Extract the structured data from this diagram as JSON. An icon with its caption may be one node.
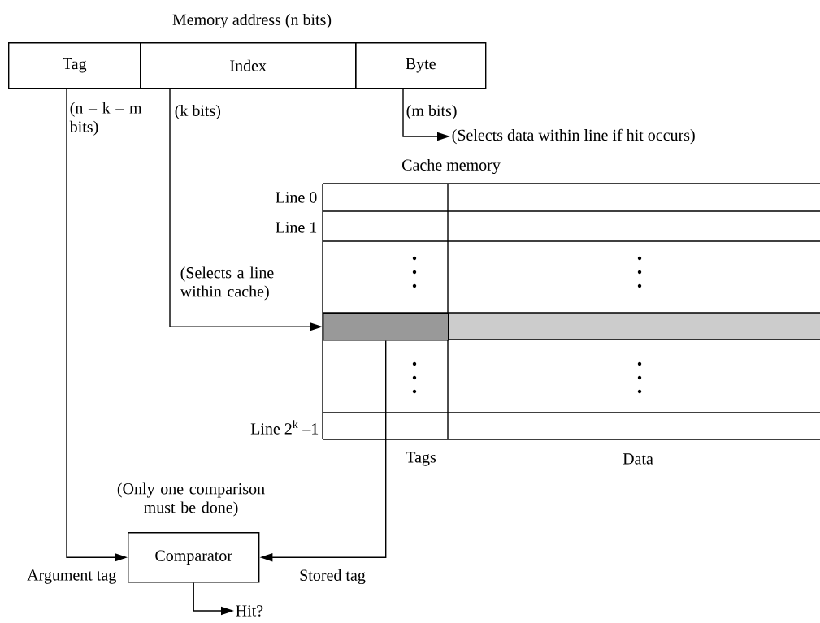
{
  "diagram": {
    "title": "Memory address (n bits)",
    "nodes": [
      {
        "text": [
          "Tag"
        ]
      },
      {
        "text": [
          "Index"
        ]
      },
      {
        "text": [
          "Byte"
        ]
      },
      {
        "text": [
          "(Selects data within line if hit occurs)"
        ]
      },
      {
        "text": [],
        "shape": "box"
      },
      {
        "text": [
          "Comparator"
        ]
      },
      {
        "text": [
          "Hit?"
        ]
      }
    ],
    "edges": [
      {
        "from": 0,
        "to": 5,
        "arrow": "to"
      },
      {
        "from": 1,
        "to": 4,
        "arrow": "to"
      },
      {
        "from": 2,
        "to": 3,
        "arrow": "to"
      },
      {
        "from": 4,
        "to": 5,
        "arrow": "to"
      },
      {
        "from": 5,
        "to": 6,
        "arrow": "to"
      }
    ],
    "labels": [
      "(n – k – m bits)",
      "(k bits)",
      "(m bits)",
      "Cache memory",
      "Line 0",
      "Line 1",
      "(Selects a line within cache)",
      "Line 2$^{k}$ –1",
      "Tags",
      "Data",
      "(Only one comparison must be done)",
      "Argument tag",
      "Stored tag"
    ]
  }
}
